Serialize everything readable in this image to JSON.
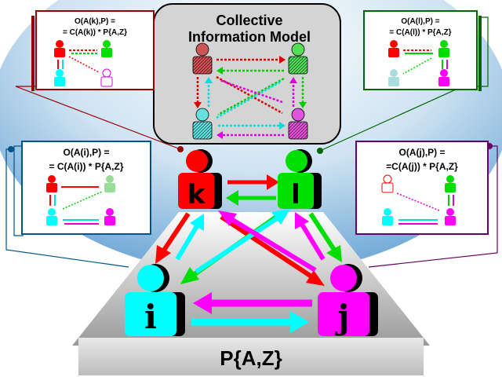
{
  "model": {
    "title_line1": "Collective",
    "title_line2": "Information Model"
  },
  "base_label": "P{A,Z}",
  "agents": {
    "k": "k",
    "l": "l",
    "i": "i",
    "j": "j"
  },
  "insets": {
    "k": {
      "line1": "O(A(k),P) =",
      "line2": "= C(A(k)) * P{A,Z}"
    },
    "l": {
      "line1": "O(A(l),P) =",
      "line2": "= C(A(l)) * P{A,Z}"
    },
    "i": {
      "line1": "O(A(i),P) =",
      "line2": "= C(A(i)) * P{A,Z}"
    },
    "j": {
      "line1": "O(A(j),P) =",
      "line2": "=C(A(j)) * P{A,Z}"
    }
  },
  "colors": {
    "k": "#ff0000",
    "l": "#00e000",
    "i": "#00ffff",
    "j": "#ff00ff"
  }
}
